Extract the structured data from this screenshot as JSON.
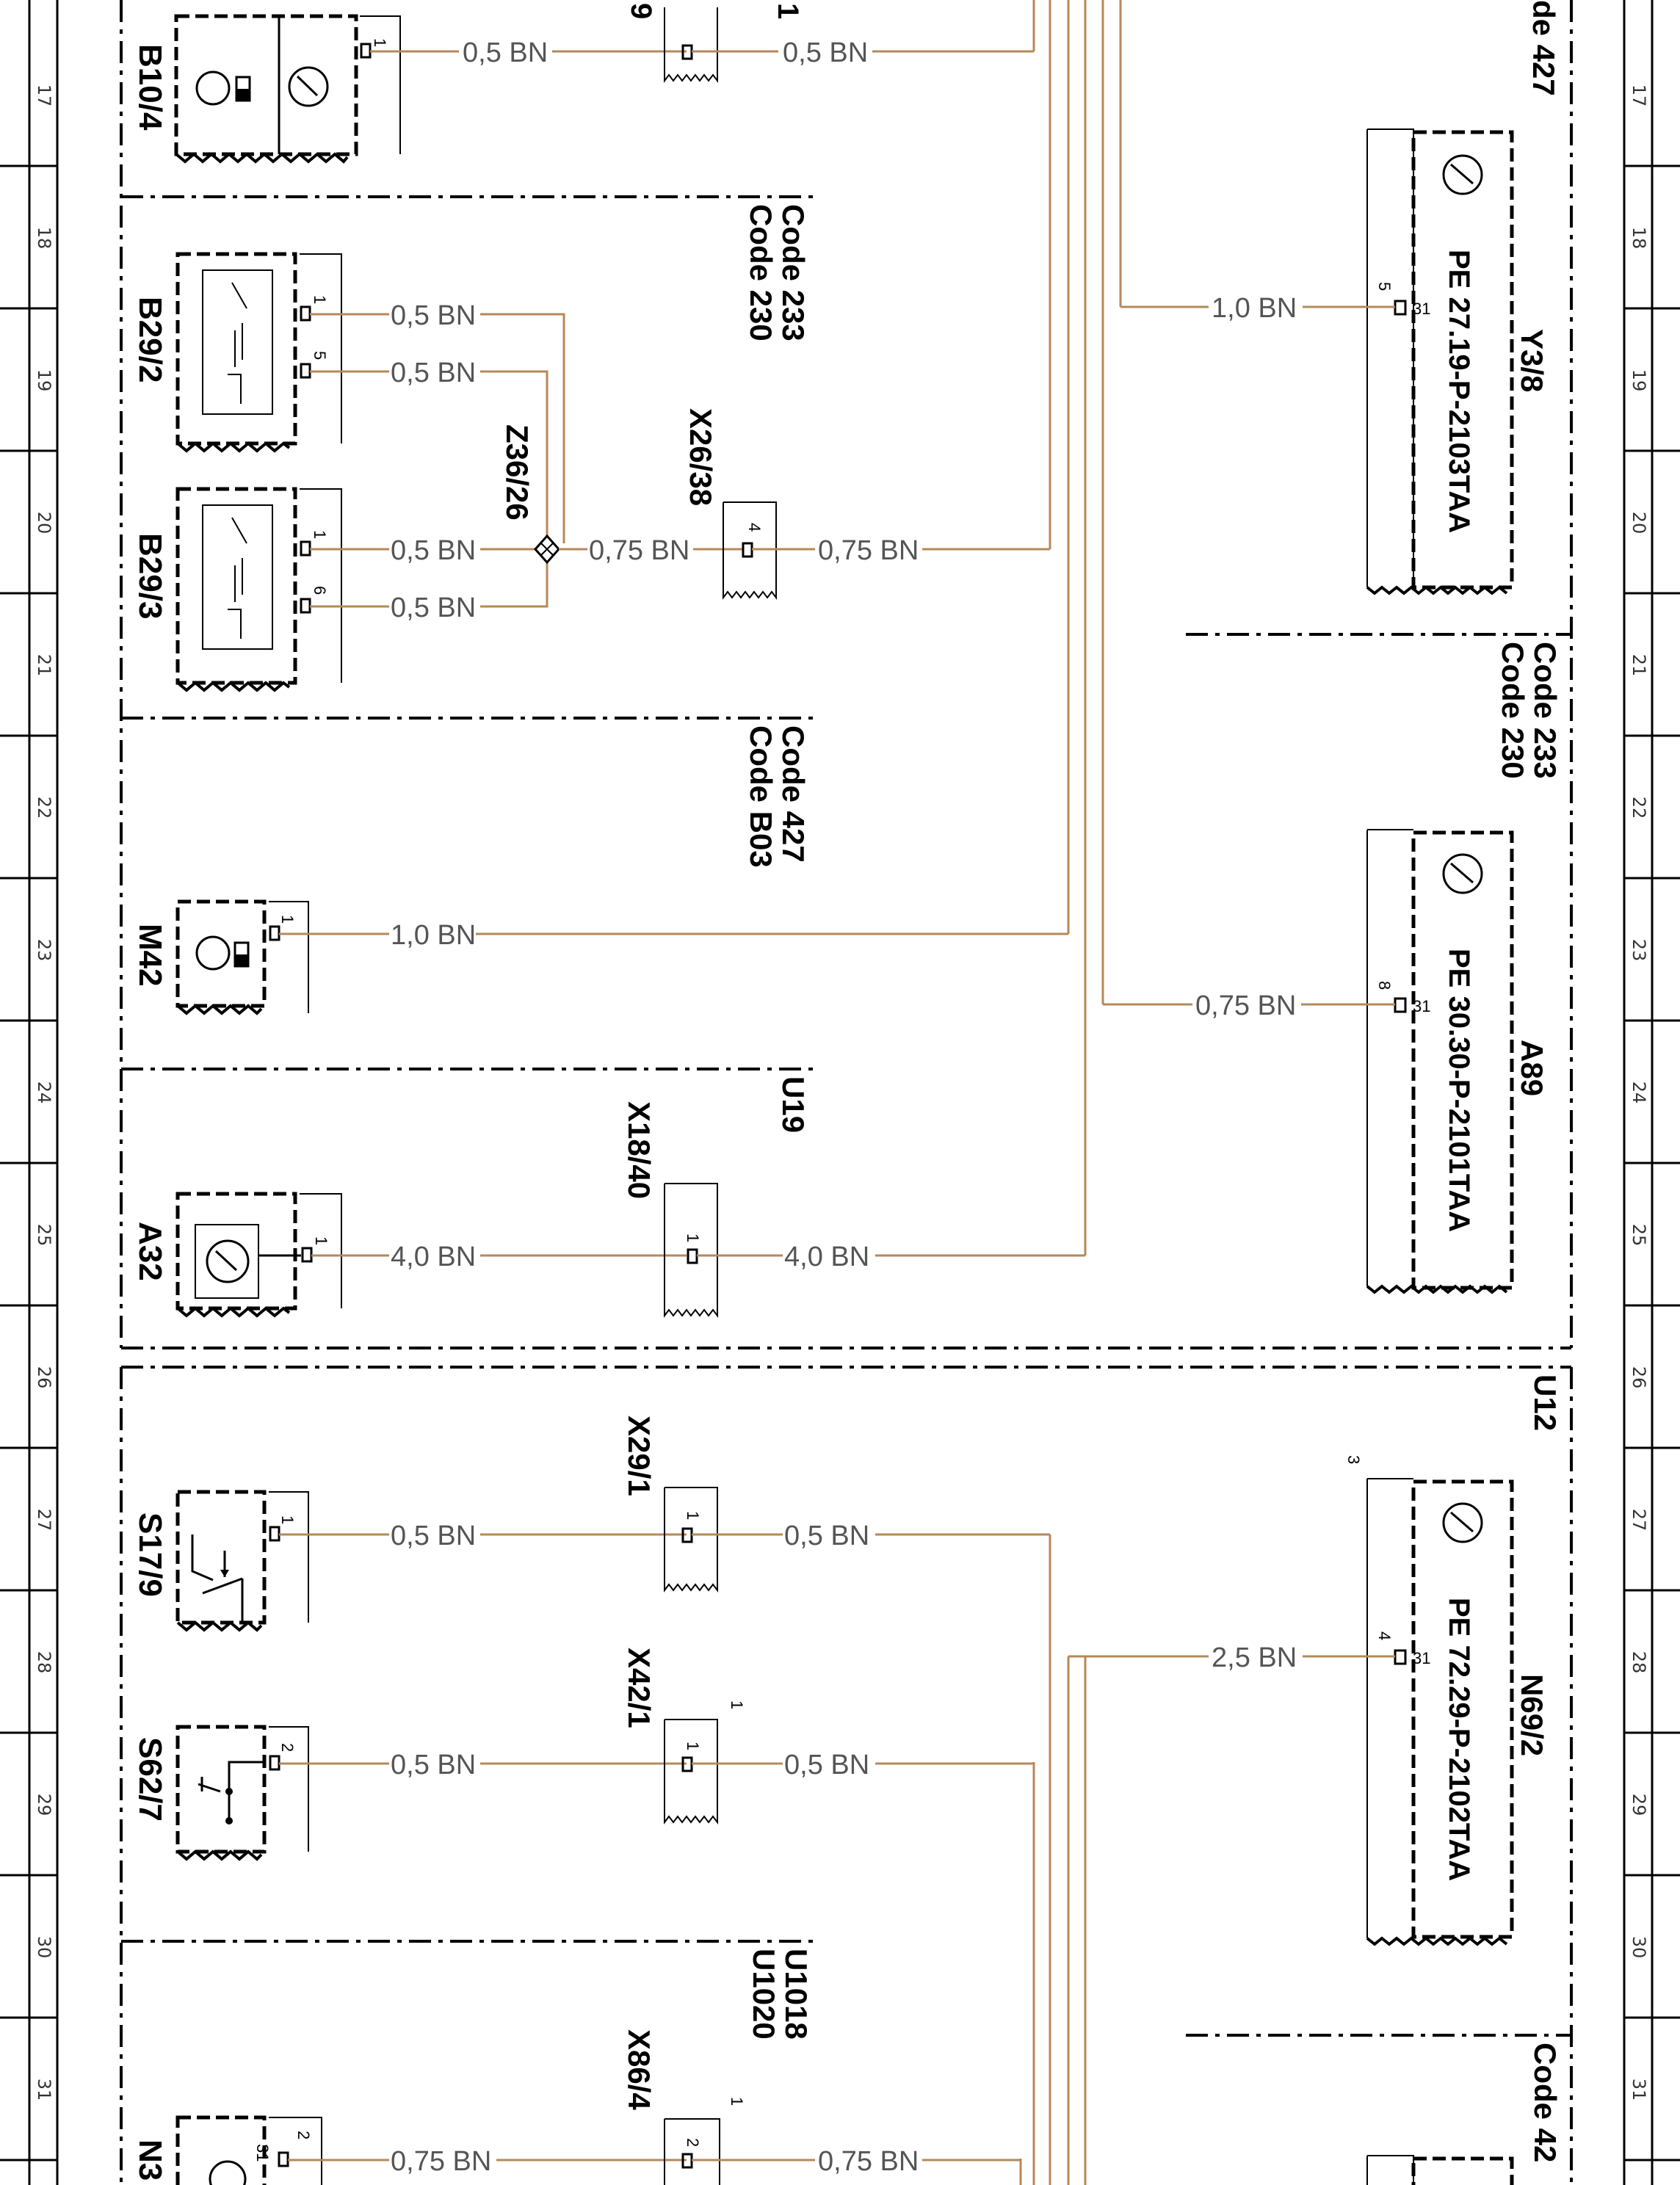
{
  "grid_rows": [
    "17",
    "18",
    "19",
    "20",
    "21",
    "22",
    "23",
    "24",
    "25",
    "26",
    "27",
    "28",
    "29",
    "30",
    "31"
  ],
  "wire_gauge_labels": {
    "w_05_bn": "0,5 BN",
    "w_075_bn": "0,75 BN",
    "w_10_bn": "1,0 BN",
    "w_25_bn": "2,5 BN",
    "w_40_bn": "4,0 BN"
  },
  "components": {
    "b10_4": "B10/4",
    "b29_2": "B29/2",
    "b29_3": "B29/3",
    "m42": "M42",
    "a32": "A32",
    "s17_9": "S17/9",
    "s62_7": "S62/7",
    "n3x": "N3",
    "z36_26": "Z36/26",
    "x26_38": "X26/38",
    "x18_40": "X18/40",
    "x29_1": "X29/1",
    "x42_1": "X42/1",
    "x86_4": "X86/4",
    "y3_8": "Y3/8",
    "a89": "A89",
    "n69_2": "N69/2",
    "top_connector_number": "9",
    "top_connector_number_2": "1"
  },
  "ground_points": {
    "pe_27_19": "PE 27.19-P-2103TAA",
    "pe_30_30": "PE 30.30-P-2101TAA",
    "pe_72_29": "PE 72.29-P-2102TAA"
  },
  "code_labels": {
    "code_427_top_right": "de 427",
    "code_233_a": "Code 233",
    "code_230_a": "Code 230",
    "code_427": "Code 427",
    "code_b03": "Code B03",
    "u19": "U19",
    "code_233_b": "Code 233",
    "code_230_b": "Code 230",
    "u12": "U12",
    "u1018": "U1018",
    "u1020": "U1020",
    "code_42_bottom": "Code 42"
  },
  "pin_numbers": {
    "p1": "1",
    "p2": "2",
    "p3": "3",
    "p4": "4",
    "p5": "5",
    "p6": "6",
    "p8": "8",
    "p31": "31"
  },
  "colors": {
    "wire_brown": "#b5885a",
    "line_black": "#000000",
    "background": "#ffffff"
  }
}
